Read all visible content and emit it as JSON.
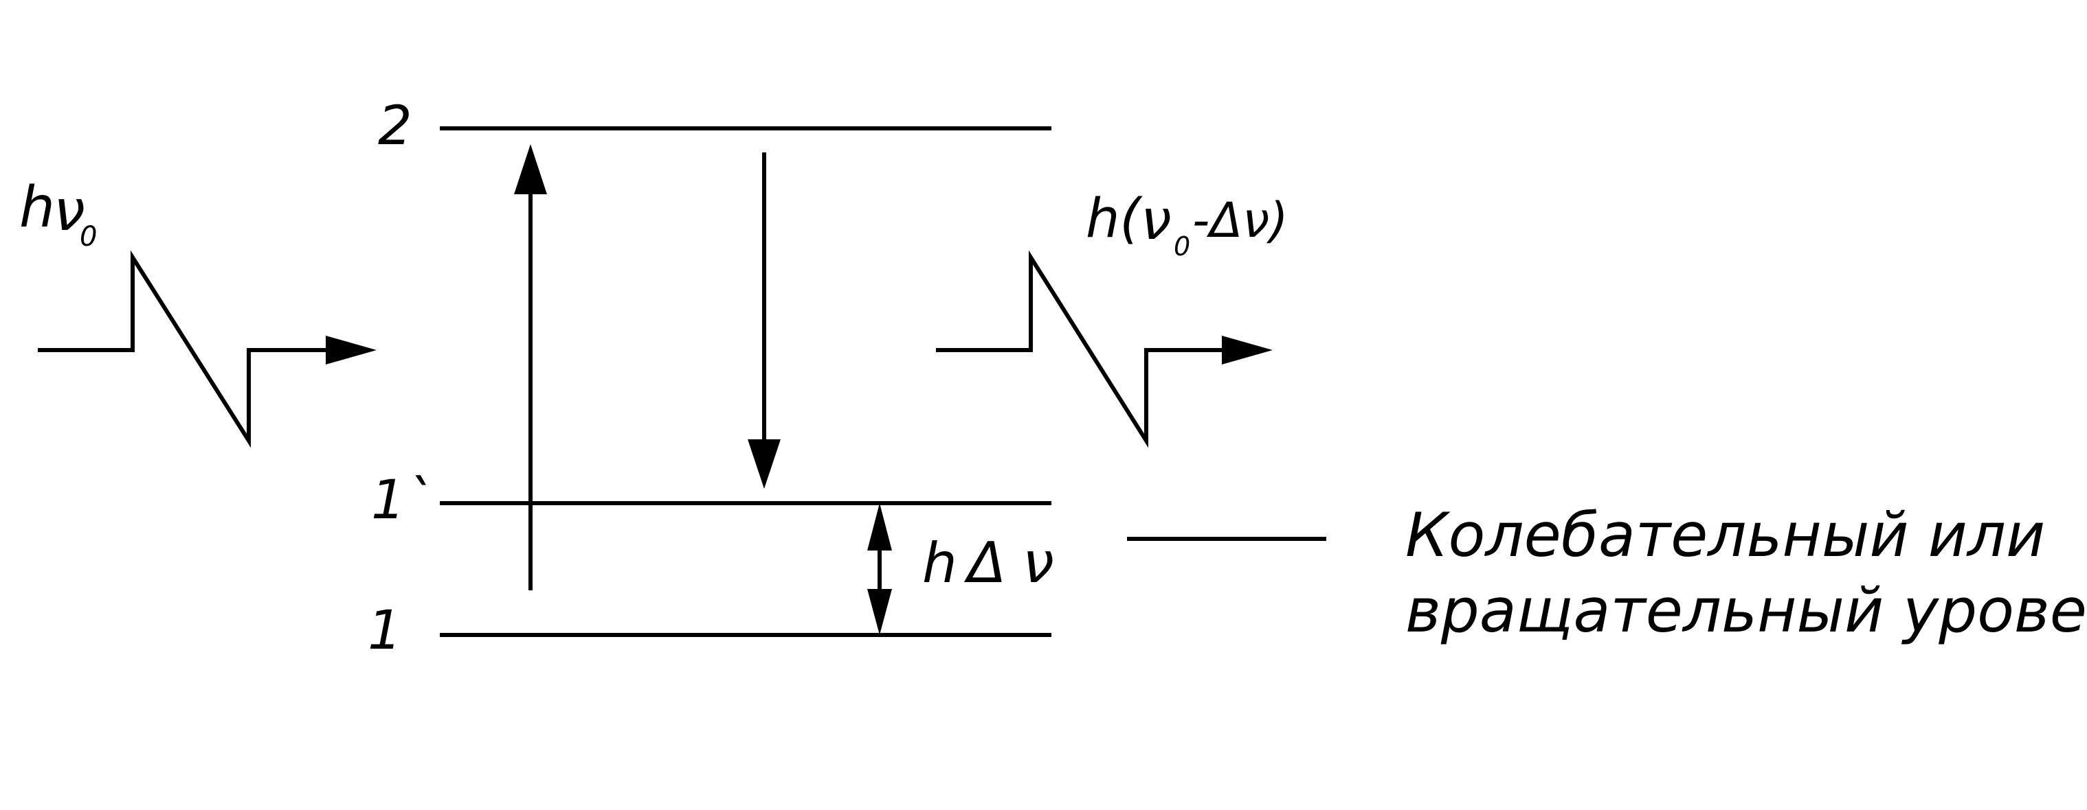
{
  "levels": {
    "upper": "2",
    "virtual": "1`",
    "ground": "1"
  },
  "photons": {
    "incident_h": "h",
    "incident_nu": "ν",
    "incident_sub": "0",
    "scattered_prefix": "h(",
    "scattered_nu": "ν",
    "scattered_sub": "0",
    "scattered_suffix": "-Δν)"
  },
  "gap": {
    "h": "h",
    "delta": "Δ",
    "nu": "ν"
  },
  "legend": {
    "line1": "Колебательный или",
    "line2": "вращательный уровень"
  }
}
